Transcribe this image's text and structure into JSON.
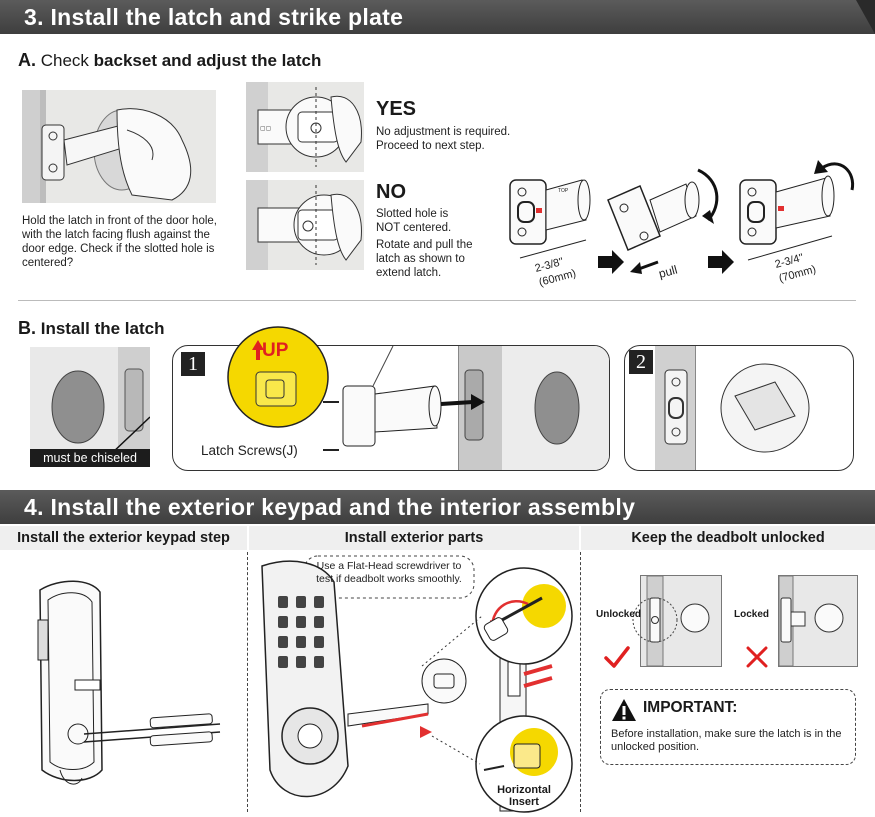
{
  "section3": {
    "title": "3. Install the latch and strike plate",
    "partA": {
      "letter": "A.",
      "title_prefix": "Check",
      "title_rest": "backset and adjust the latch",
      "instruction": "Hold the latch in front of the door hole, with the latch facing flush against the door edge. Check if the slotted hole is centered?",
      "yes": {
        "label": "YES",
        "text1": "No adjustment is required.",
        "text2": "Proceed to next step."
      },
      "no": {
        "label": "NO",
        "text1": "Slotted hole is",
        "text2": "NOT centered.",
        "text3": "Rotate and pull the",
        "text4": "latch as shown to",
        "text5": "extend latch."
      },
      "dim1_line1": "2-3/8\"",
      "dim1_line2": "(60mm)",
      "dim2_line1": "2-3/4\"",
      "dim2_line2": "(70mm)",
      "pull_label": "pull",
      "top_mark": "TOP"
    },
    "partB": {
      "letter": "B.",
      "title": "Install the latch",
      "chisel_label": "must be chiseled",
      "step1": "1",
      "step2": "2",
      "up_label": "UP",
      "latch_screws": "Latch Screws(J)"
    }
  },
  "section4": {
    "title": "4. Install the exterior keypad and the interior assembly",
    "col1_title": "Install the exterior keypad step",
    "col2_title": "Install exterior parts",
    "col3_title_prefix": "Keep the deadbolt",
    "col3_title_bold": "unlocked",
    "tip_line1": "Use a Flat-Head screwdriver to",
    "tip_line2": "test if deadbolt works smoothly.",
    "horizontal_insert_1": "Horizontal",
    "horizontal_insert_2": "Insert",
    "unlocked_label": "Unlocked",
    "locked_label": "Locked",
    "important_title": "IMPORTANT:",
    "important_text": "Before installation, make sure the latch is in the unlocked position."
  },
  "colors": {
    "band": "#4a4a4a",
    "highlight_yellow": "#f5d800",
    "check_red": "#e02020",
    "arrow_red": "#e23030"
  },
  "icons": [
    "check-icon",
    "cross-icon",
    "warning-icon",
    "arrow-right-icon",
    "rotate-arrow-icon",
    "up-arrow-icon"
  ]
}
